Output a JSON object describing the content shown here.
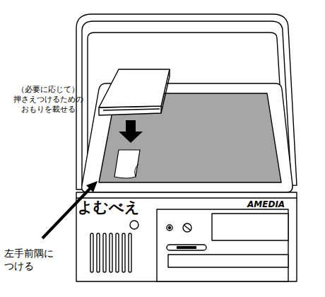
{
  "diagram": {
    "labels": [
      "（必要に応じて） 押さえつけるための おもりを載せる",
      "左手前隅に つける",
      "よむべえ",
      "AMEDIA"
    ]
  }
}
